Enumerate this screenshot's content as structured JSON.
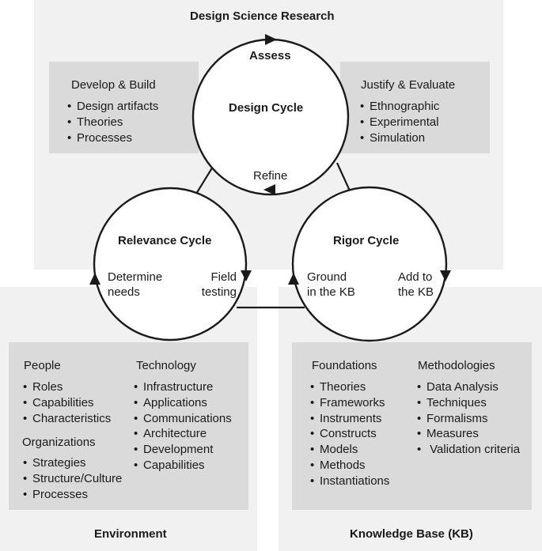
{
  "top": {
    "title": "Design Science Research",
    "left_box": {
      "header": "Develop & Build",
      "items": [
        "Design artifacts",
        "Theories",
        "Processes"
      ]
    },
    "right_box": {
      "header": "Justify & Evaluate",
      "items": [
        "Ethnographic",
        "Experimental",
        "Simulation"
      ]
    }
  },
  "design_cycle": {
    "title": "Design Cycle",
    "top_label": "Assess",
    "bottom_label": "Refine"
  },
  "relevance_cycle": {
    "title": "Relevance Cycle",
    "left_label": [
      "Determine",
      "needs"
    ],
    "right_label": [
      "Field",
      "testing"
    ]
  },
  "rigor_cycle": {
    "title": "Rigor Cycle",
    "left_label": [
      "Ground",
      "in the KB"
    ],
    "right_label": [
      "Add to",
      "the KB"
    ]
  },
  "environment": {
    "title": "Environment",
    "people": {
      "header": "People",
      "items": [
        "Roles",
        "Capabilities",
        "Characteristics"
      ]
    },
    "organizations": {
      "header": "Organizations",
      "items": [
        "Strategies",
        "Structure/Culture",
        "Processes"
      ]
    },
    "technology": {
      "header": "Technology",
      "items": [
        "Infrastructure",
        "Applications",
        "Communications",
        "Development"
      ]
    },
    "technology_cont": [
      "Architecture",
      "Capabilities"
    ]
  },
  "knowledge_base": {
    "title": "Knowledge Base (KB)",
    "foundations": {
      "header": "Foundations",
      "items": [
        "Theories",
        "Frameworks",
        "Instruments",
        "Constructs",
        "Models",
        "Methods",
        "Instantiations"
      ]
    },
    "methodologies": {
      "header": "Methodologies",
      "items": [
        "Data Analysis",
        "Formalisms",
        "Measures",
        " Validation criteria"
      ]
    },
    "methodologies_cont": [
      "Techniques"
    ]
  }
}
